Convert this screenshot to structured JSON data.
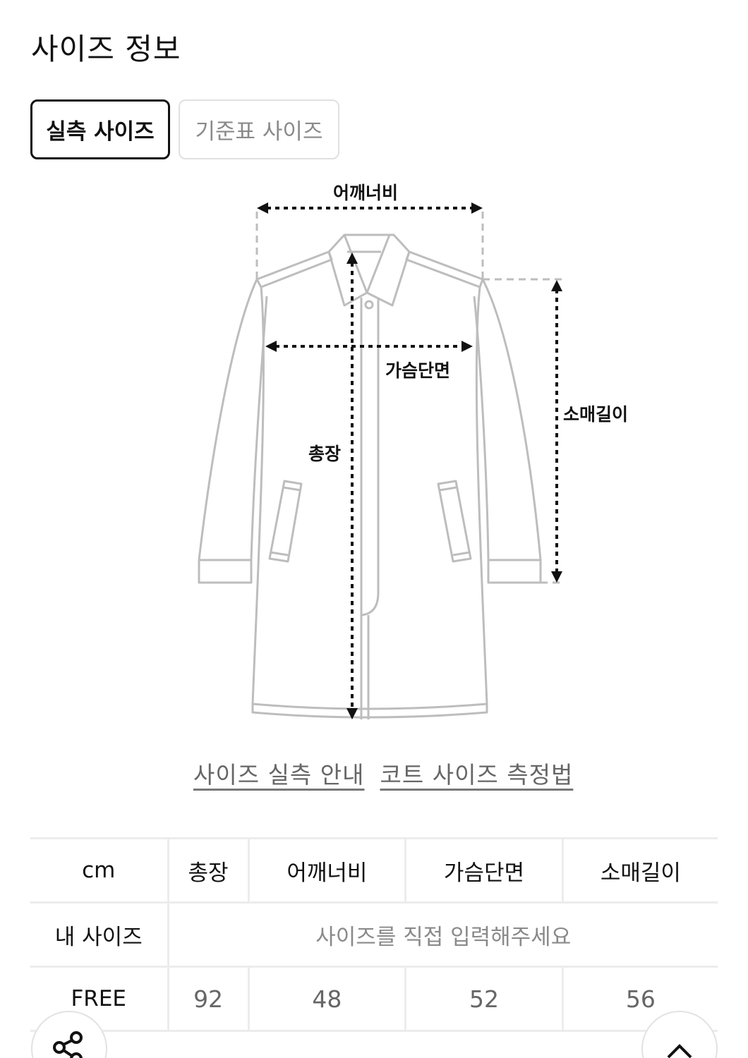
{
  "header": {
    "title": "사이즈 정보"
  },
  "tabs": [
    {
      "label": "실측 사이즈",
      "active": true
    },
    {
      "label": "기준표 사이즈",
      "active": false
    }
  ],
  "diagram": {
    "garment": "coat",
    "labels": {
      "shoulder": "어깨너비",
      "chest": "가슴단면",
      "sleeve": "소매길이",
      "length": "총장"
    }
  },
  "links": [
    {
      "label": "사이즈 실측 안내"
    },
    {
      "label": "코트 사이즈 측정법"
    }
  ],
  "table": {
    "unit": "cm",
    "columns": [
      "총장",
      "어깨너비",
      "가슴단면",
      "소매길이"
    ],
    "my_size": {
      "label": "내 사이즈",
      "placeholder": "사이즈를 직접 입력해주세요"
    },
    "rows": [
      {
        "size": "FREE",
        "values": [
          "92",
          "48",
          "52",
          "56"
        ]
      }
    ]
  },
  "floating_buttons": {
    "share": {
      "icon": "share-icon"
    },
    "scroll_top": {
      "icon": "chevron-up-icon"
    }
  }
}
